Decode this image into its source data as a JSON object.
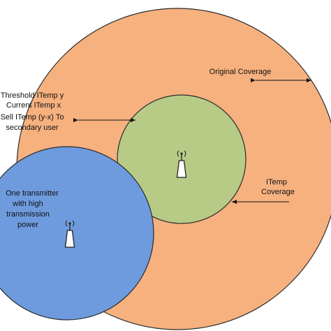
{
  "colors": {
    "original_coverage": "#f6b17f",
    "itemp_coverage": "#b7cb86",
    "transmitter_coverage": "#6e9bdd",
    "outline": "#2b2b2b",
    "text": "#111111"
  },
  "labels": {
    "original_coverage": "Original Coverage",
    "itemp_line1": "ITemp",
    "itemp_line2": "Coverage",
    "threshold_line1": "Threshold ITemp y",
    "threshold_line2": "Current ITemp x",
    "threshold_line3": "Sell ITemp (y-x) To",
    "threshold_line4": "secondary user",
    "transmitter_line1": "One transmitter",
    "transmitter_line2": "with high",
    "transmitter_line3": "transmission",
    "transmitter_line4": "power"
  },
  "icons": {
    "center_tower": "antenna-tower-icon",
    "transmitter_tower": "antenna-tower-icon"
  }
}
